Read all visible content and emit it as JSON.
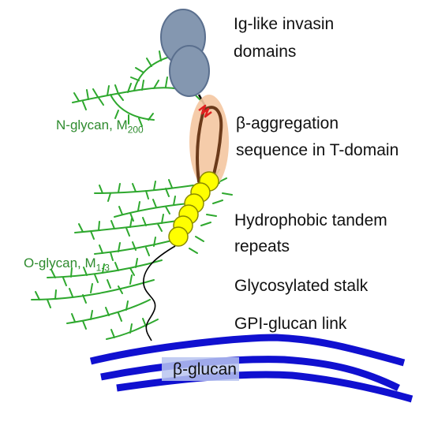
{
  "labels": {
    "ig_domains_1": "Ig-like invasin",
    "ig_domains_2": "domains",
    "beta_agg_1": "β-aggregation",
    "beta_agg_2": "sequence in T-domain",
    "hydrophobic_1": "Hydrophobic tandem",
    "hydrophobic_2": "repeats",
    "stalk": "Glycosylated stalk",
    "gpi": "GPI-glucan link",
    "beta_glucan": "β-glucan",
    "n_glycan_text": "N-glycan, M",
    "n_glycan_sub": "200",
    "o_glycan_text": "O-glycan, M",
    "o_glycan_sub": "1-3"
  },
  "colors": {
    "ig_domain_fill": "#8497b0",
    "ig_domain_stroke": "#5a6f8e",
    "t_domain_halo": "#f4c7a1",
    "t_domain_loop": "#6b3a1a",
    "beta_strand": "#e02020",
    "repeat_fill": "#ffff00",
    "repeat_stroke": "#8a8a00",
    "glycan": "#2ea82e",
    "glycan_label": "#2e8b2e",
    "glucan": "#1010d0",
    "glucan_highlight": "#b8c4f0",
    "stalk": "#000000"
  }
}
